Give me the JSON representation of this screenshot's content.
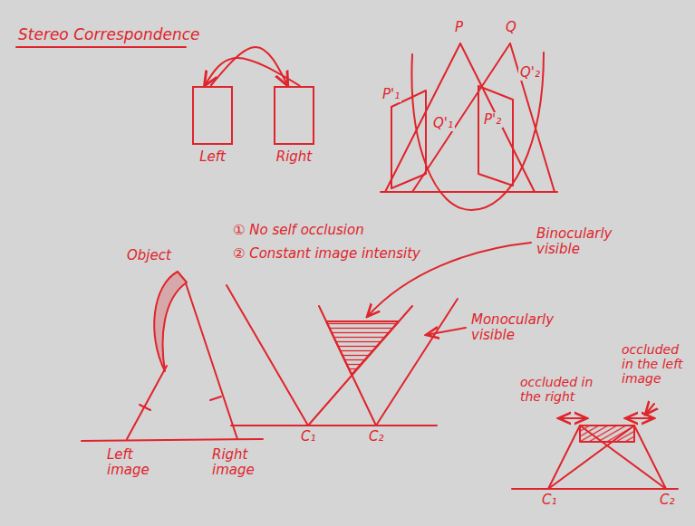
{
  "diagram": {
    "title": "Stereo Correspondence",
    "nodes": [
      {
        "text": [
          "Left"
        ]
      },
      {
        "text": [
          "Right"
        ]
      }
    ],
    "edges": [
      {
        "from": 0,
        "to": 1,
        "arrow": "to"
      },
      {
        "from": 1,
        "to": 0,
        "arrow": "to"
      }
    ],
    "labels": [
      "P",
      "Q",
      "P'₁",
      "Q'₁",
      "P'₂",
      "Q'₂",
      "① No self occlusion",
      "② Constant image intensity",
      "Object",
      "Left image",
      "Right image",
      "Binocularly visible",
      "Monocularly visible",
      "C₁",
      "C₂",
      "occluded in the right",
      "occluded in the left image",
      "C₁",
      "C₂"
    ]
  }
}
